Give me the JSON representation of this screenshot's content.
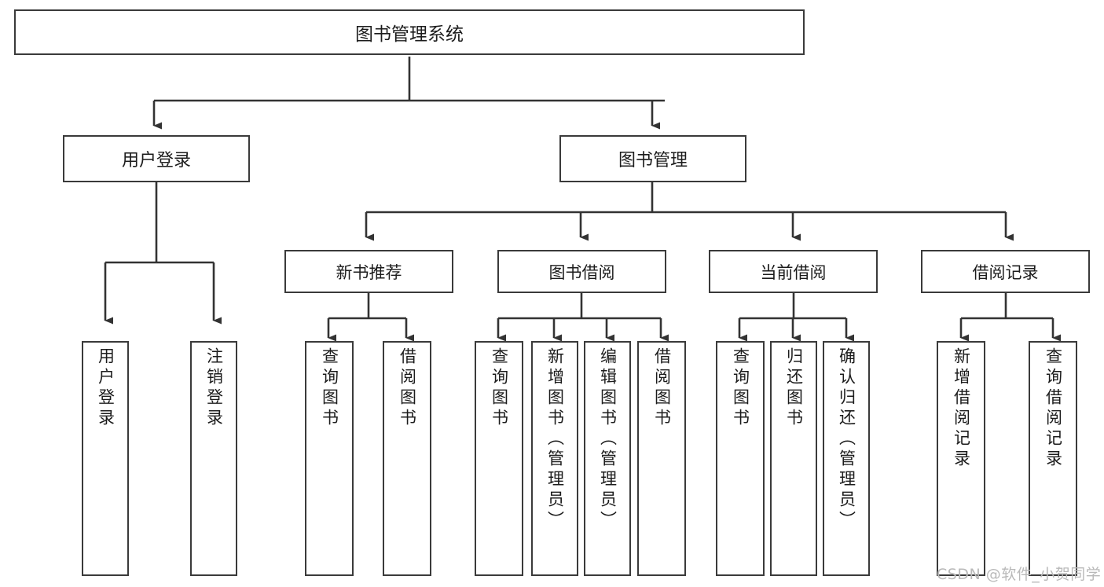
{
  "diagram": {
    "title": "图书管理系统",
    "type": "functional-structure-tree",
    "root": {
      "label": "图书管理系统"
    },
    "level1": [
      {
        "label": "用户登录"
      },
      {
        "label": "图书管理"
      }
    ],
    "level2": [
      {
        "label": "新书推荐"
      },
      {
        "label": "图书借阅"
      },
      {
        "label": "当前借阅"
      },
      {
        "label": "借阅记录"
      }
    ],
    "leaves": {
      "user_login": [
        {
          "label": "用户登录"
        },
        {
          "label": "注销登录"
        }
      ],
      "new_book_recommend": [
        {
          "label": "查询图书"
        },
        {
          "label": "借阅图书"
        }
      ],
      "book_borrow": [
        {
          "label": "查询图书"
        },
        {
          "label": "新增图书（管理员）"
        },
        {
          "label": "编辑图书（管理员）"
        },
        {
          "label": "借阅图书"
        }
      ],
      "current_borrow": [
        {
          "label": "查询图书"
        },
        {
          "label": "归还图书"
        },
        {
          "label": "确认归还（管理员）"
        }
      ],
      "borrow_record": [
        {
          "label": "新增借阅记录"
        },
        {
          "label": "查询借阅记录"
        }
      ]
    }
  },
  "watermark": {
    "text": "CSDN @软件_小贺同学"
  },
  "colors": {
    "background": "#ffffff",
    "box_border": "#3a3a3a",
    "box_fill": "#ffffff",
    "text": "#1c1c1c",
    "connector": "#333333",
    "watermark": "#b9b9b9"
  }
}
